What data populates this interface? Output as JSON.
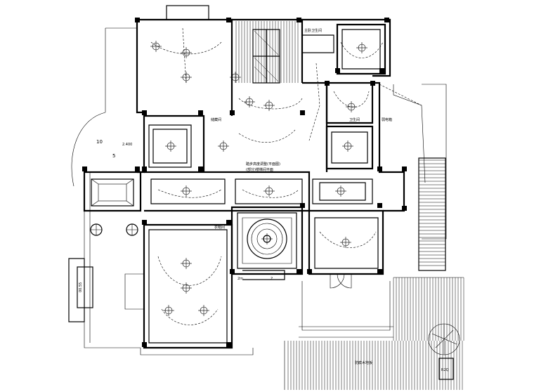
{
  "labels": {
    "left_number": "10",
    "left_number_2": "5",
    "elevation_left": "2.400",
    "stair_left": "00.55",
    "center_note_1": "踏步高度调整(平面图)",
    "center_note_2": "(部分)楼梯间平面",
    "right_note": "弱电箱",
    "center_room": "储藏间",
    "bath_label": "卫生间",
    "closet_label": "衣帽间",
    "bottom_note": "防腐木地板",
    "bottom_right": "R2Q",
    "mid_label": "2m",
    "mid_label_2": "2",
    "top_right_label": "主卧卫生间"
  }
}
